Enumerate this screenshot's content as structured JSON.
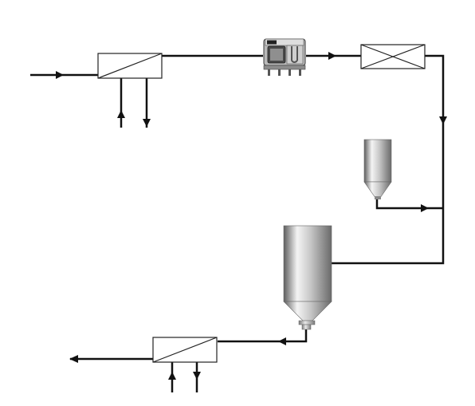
{
  "diagram": {
    "kind": "process flow",
    "labels": []
  },
  "colors": {
    "background": "#ffffff",
    "line": "#111111",
    "equipment_outline": "#222222",
    "steel_light": "#f2f2f2",
    "steel_dark": "#7a7a7a"
  },
  "components": [
    {
      "name": "heat-exchanger-1",
      "kind": "heat-exchanger"
    },
    {
      "name": "processing-unit",
      "kind": "oven-machine"
    },
    {
      "name": "crossed-box-unit",
      "kind": "crossed-box"
    },
    {
      "name": "small-hopper-tank",
      "kind": "silo"
    },
    {
      "name": "large-silo-tank",
      "kind": "silo"
    },
    {
      "name": "heat-exchanger-2",
      "kind": "heat-exchanger"
    }
  ]
}
